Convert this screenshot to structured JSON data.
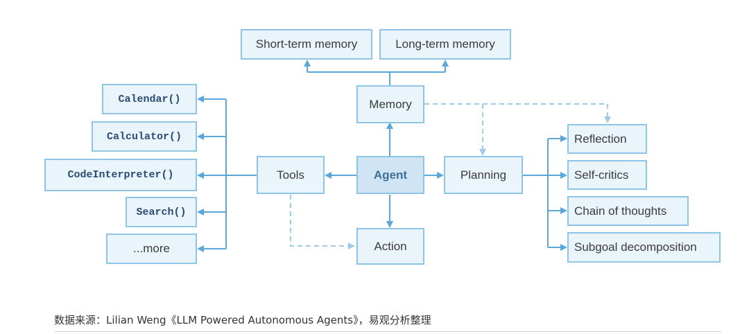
{
  "nodes": {
    "short_term_memory": "Short-term memory",
    "long_term_memory": "Long-term memory",
    "memory": "Memory",
    "calendar": "Calendar()",
    "calculator": "Calculator()",
    "code_interpreter": "CodeInterpreter()",
    "search": "Search()",
    "more": "...more",
    "tools": "Tools",
    "agent": "Agent",
    "planning": "Planning",
    "action": "Action",
    "reflection": "Reflection",
    "self_critics": "Self-critics",
    "chain_of_thoughts": "Chain of thoughts",
    "subgoal_decomposition": "Subgoal decomposition"
  },
  "caption": "数据来源：Lilian Weng《LLM Powered Autonomous Agents》，易观分析整理",
  "colors": {
    "box_fill": "#eaf4fb",
    "agent_fill": "#cfe5f4",
    "box_border": "#8ec5e6",
    "arrow": "#5aa7da",
    "dashed_arrow": "#9fcbe9"
  }
}
